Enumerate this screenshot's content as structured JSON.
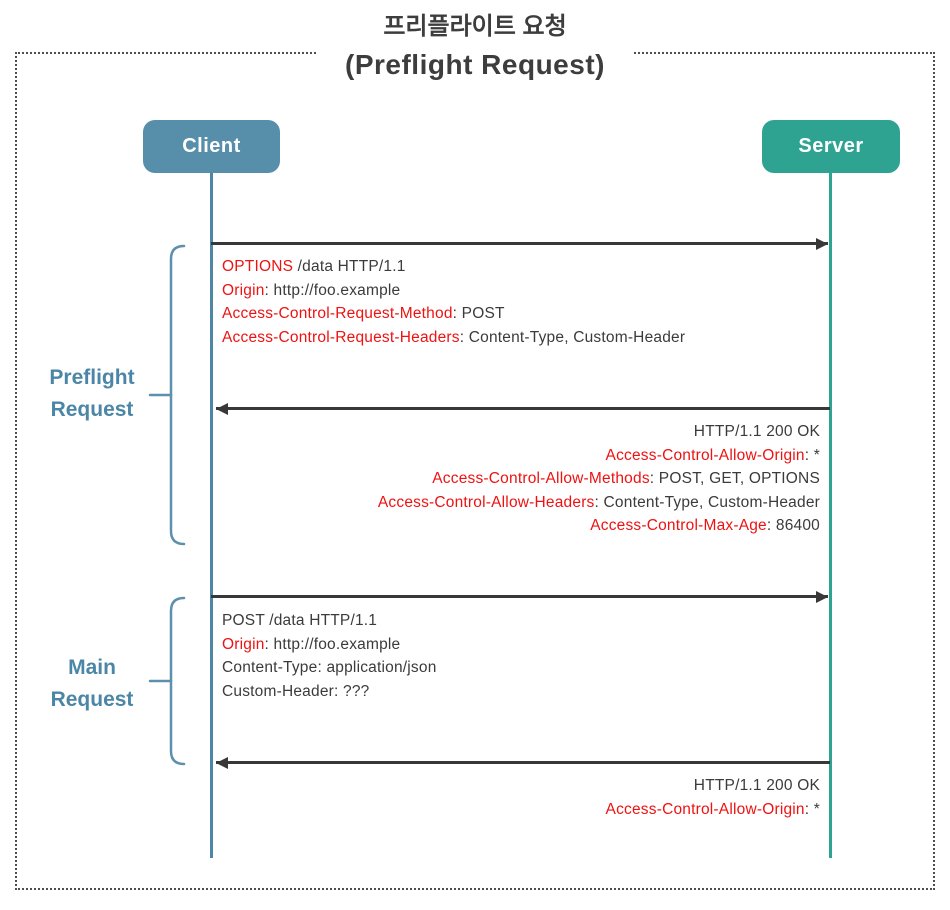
{
  "title": {
    "korean": "프리플라이트 요청",
    "english": "(Preflight Request)"
  },
  "actors": {
    "client": "Client",
    "server": "Server"
  },
  "sections": {
    "preflight": {
      "label_line1": "Preflight",
      "label_line2": "Request"
    },
    "main": {
      "label_line1": "Main",
      "label_line2": "Request"
    }
  },
  "messages": {
    "preflight_request": {
      "direction": "client-to-server",
      "lines": [
        {
          "name": "OPTIONS",
          "rest": " /data HTTP/1.1"
        },
        {
          "name": "Origin",
          "rest": ": http://foo.example"
        },
        {
          "name": "Access-Control-Request-Method",
          "rest": ": POST"
        },
        {
          "name": "Access-Control-Request-Headers",
          "rest": ": Content-Type, Custom-Header"
        }
      ]
    },
    "preflight_response": {
      "direction": "server-to-client",
      "lines": [
        {
          "name": "",
          "rest": "HTTP/1.1 200 OK"
        },
        {
          "name": "Access-Control-Allow-Origin",
          "rest": ": *"
        },
        {
          "name": "Access-Control-Allow-Methods",
          "rest": ": POST, GET, OPTIONS"
        },
        {
          "name": "Access-Control-Allow-Headers",
          "rest": ": Content-Type, Custom-Header"
        },
        {
          "name": "Access-Control-Max-Age",
          "rest": ": 86400"
        }
      ]
    },
    "main_request": {
      "direction": "client-to-server",
      "lines": [
        {
          "name": "",
          "rest": "POST /data HTTP/1.1"
        },
        {
          "name": "Origin",
          "rest": ": http://foo.example"
        },
        {
          "name": "",
          "rest": "Content-Type: application/json"
        },
        {
          "name": "",
          "rest": "Custom-Header: ???"
        }
      ]
    },
    "main_response": {
      "direction": "server-to-client",
      "lines": [
        {
          "name": "",
          "rest": "HTTP/1.1 200 OK"
        },
        {
          "name": "Access-Control-Allow-Origin",
          "rest": ": *"
        }
      ]
    }
  },
  "colors": {
    "client_box": "#578ea9",
    "client_lifeline": "#4d87a5",
    "server_box": "#2fa392",
    "server_lifeline": "#2fa392",
    "header_highlight": "#ee1212",
    "body_text": "#3b3b3b",
    "section_label": "#4c86a6",
    "arrow": "#383838",
    "frame_border": "#4f4f4f"
  }
}
